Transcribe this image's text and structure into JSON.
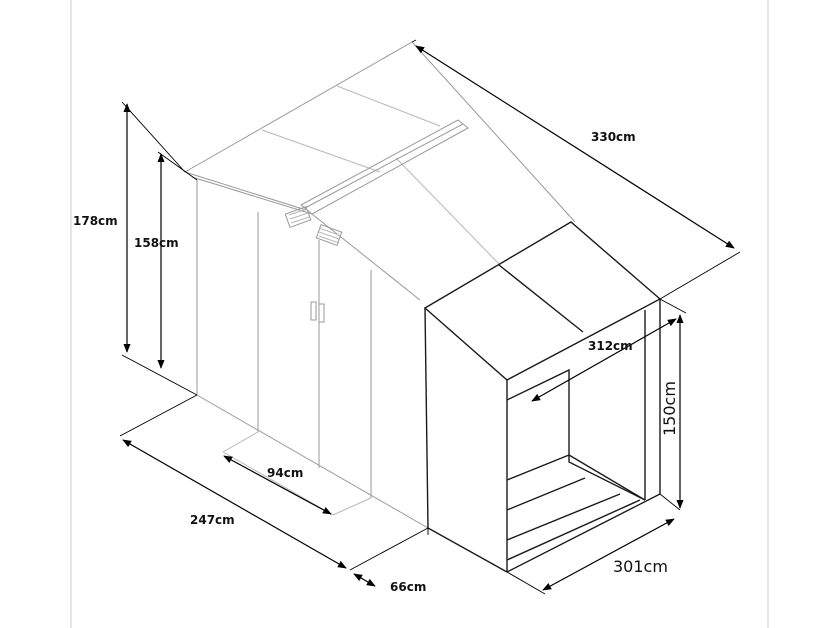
{
  "dimensions": {
    "overall_length": "330cm",
    "overall_height": "178cm",
    "wall_height": "158cm",
    "door_width": "94cm",
    "shed_width": "247cm",
    "store_depth": "66cm",
    "store_length": "301cm",
    "store_inner_length": "312cm",
    "store_height": "150cm"
  },
  "colors": {
    "shed_outline": "#9a9a9a",
    "store_outline": "#1a1a1a",
    "dimension_lines": "#000000"
  }
}
